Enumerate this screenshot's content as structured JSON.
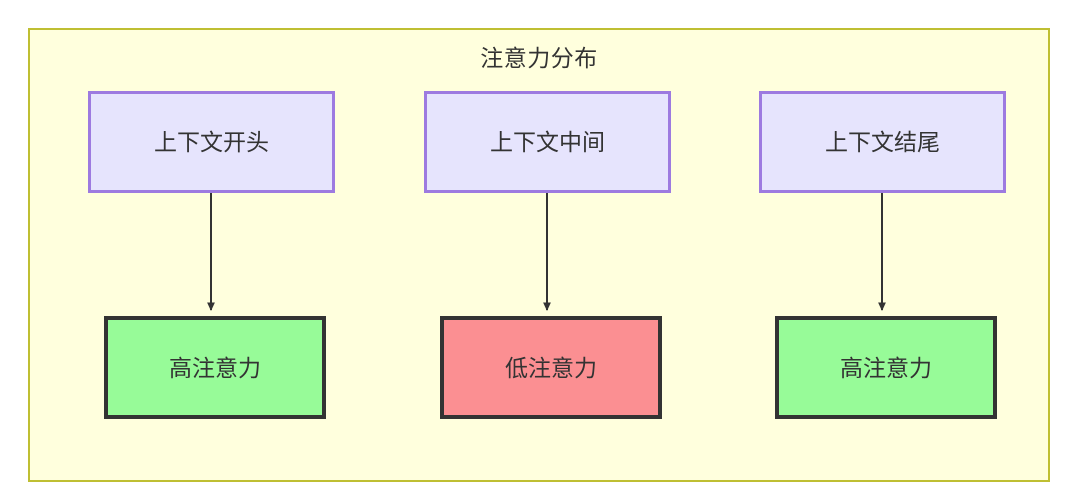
{
  "diagram": {
    "title": "注意力分布",
    "container": {
      "fill": "#ffffdd",
      "stroke": "#bfbf32"
    },
    "context_nodes": [
      {
        "id": "ctx-begin",
        "label": "上下文开头",
        "fill": "#e6e4fd",
        "stroke": "#9d7ae0"
      },
      {
        "id": "ctx-middle",
        "label": "上下文中间",
        "fill": "#e6e4fd",
        "stroke": "#9d7ae0"
      },
      {
        "id": "ctx-end",
        "label": "上下文结尾",
        "fill": "#e6e4fd",
        "stroke": "#9d7ae0"
      }
    ],
    "result_nodes": [
      {
        "id": "attn-high-1",
        "label": "高注意力",
        "fill": "#97fb98",
        "stroke": "#333333",
        "level": "high"
      },
      {
        "id": "attn-low",
        "label": "低注意力",
        "fill": "#fb8f92",
        "stroke": "#333333",
        "level": "low"
      },
      {
        "id": "attn-high-2",
        "label": "高注意力",
        "fill": "#97fb98",
        "stroke": "#333333",
        "level": "high"
      }
    ],
    "edges": [
      {
        "from": "ctx-begin",
        "to": "attn-high-1",
        "label": ""
      },
      {
        "from": "ctx-middle",
        "to": "attn-low",
        "label": ""
      },
      {
        "from": "ctx-end",
        "to": "attn-high-2",
        "label": ""
      }
    ],
    "edge_color": "#333333"
  }
}
